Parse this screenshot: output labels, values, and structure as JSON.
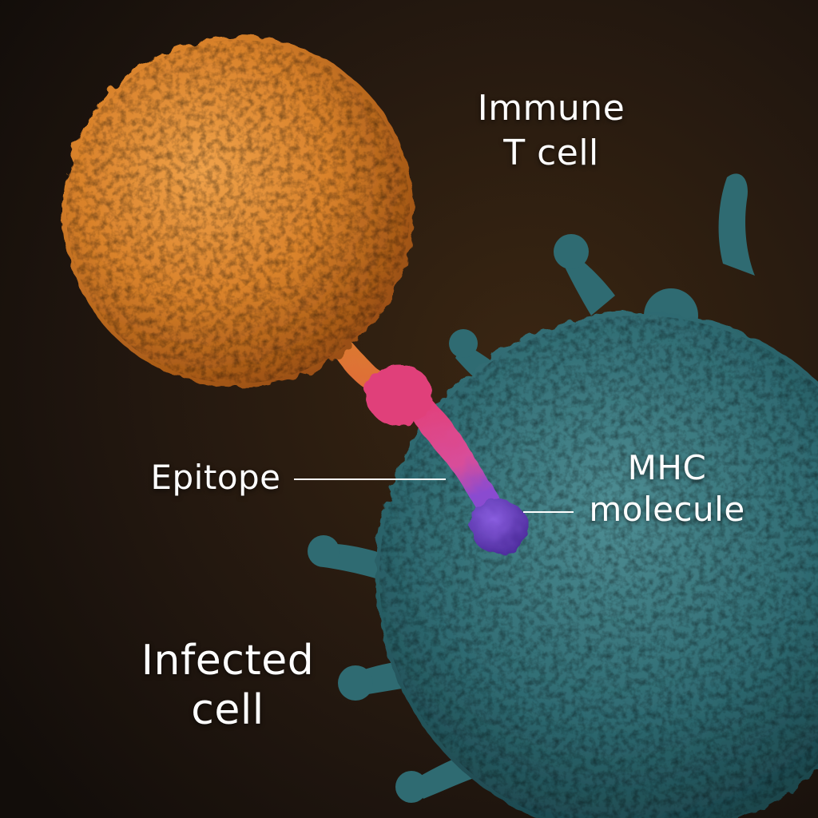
{
  "labels": {
    "immune_t_cell": [
      "Immune",
      "T cell"
    ],
    "epitope": "Epitope",
    "mhc_molecule": [
      "MHC",
      "molecule"
    ],
    "infected_cell": [
      "Infected",
      "cell"
    ]
  },
  "colors": {
    "background": "#1a130e",
    "t_cell": "#d9822b",
    "infected_cell": "#2f6b72",
    "epitope": "#e0407a",
    "mhc": "#6a3fc4",
    "label_text": "#ffffff"
  }
}
